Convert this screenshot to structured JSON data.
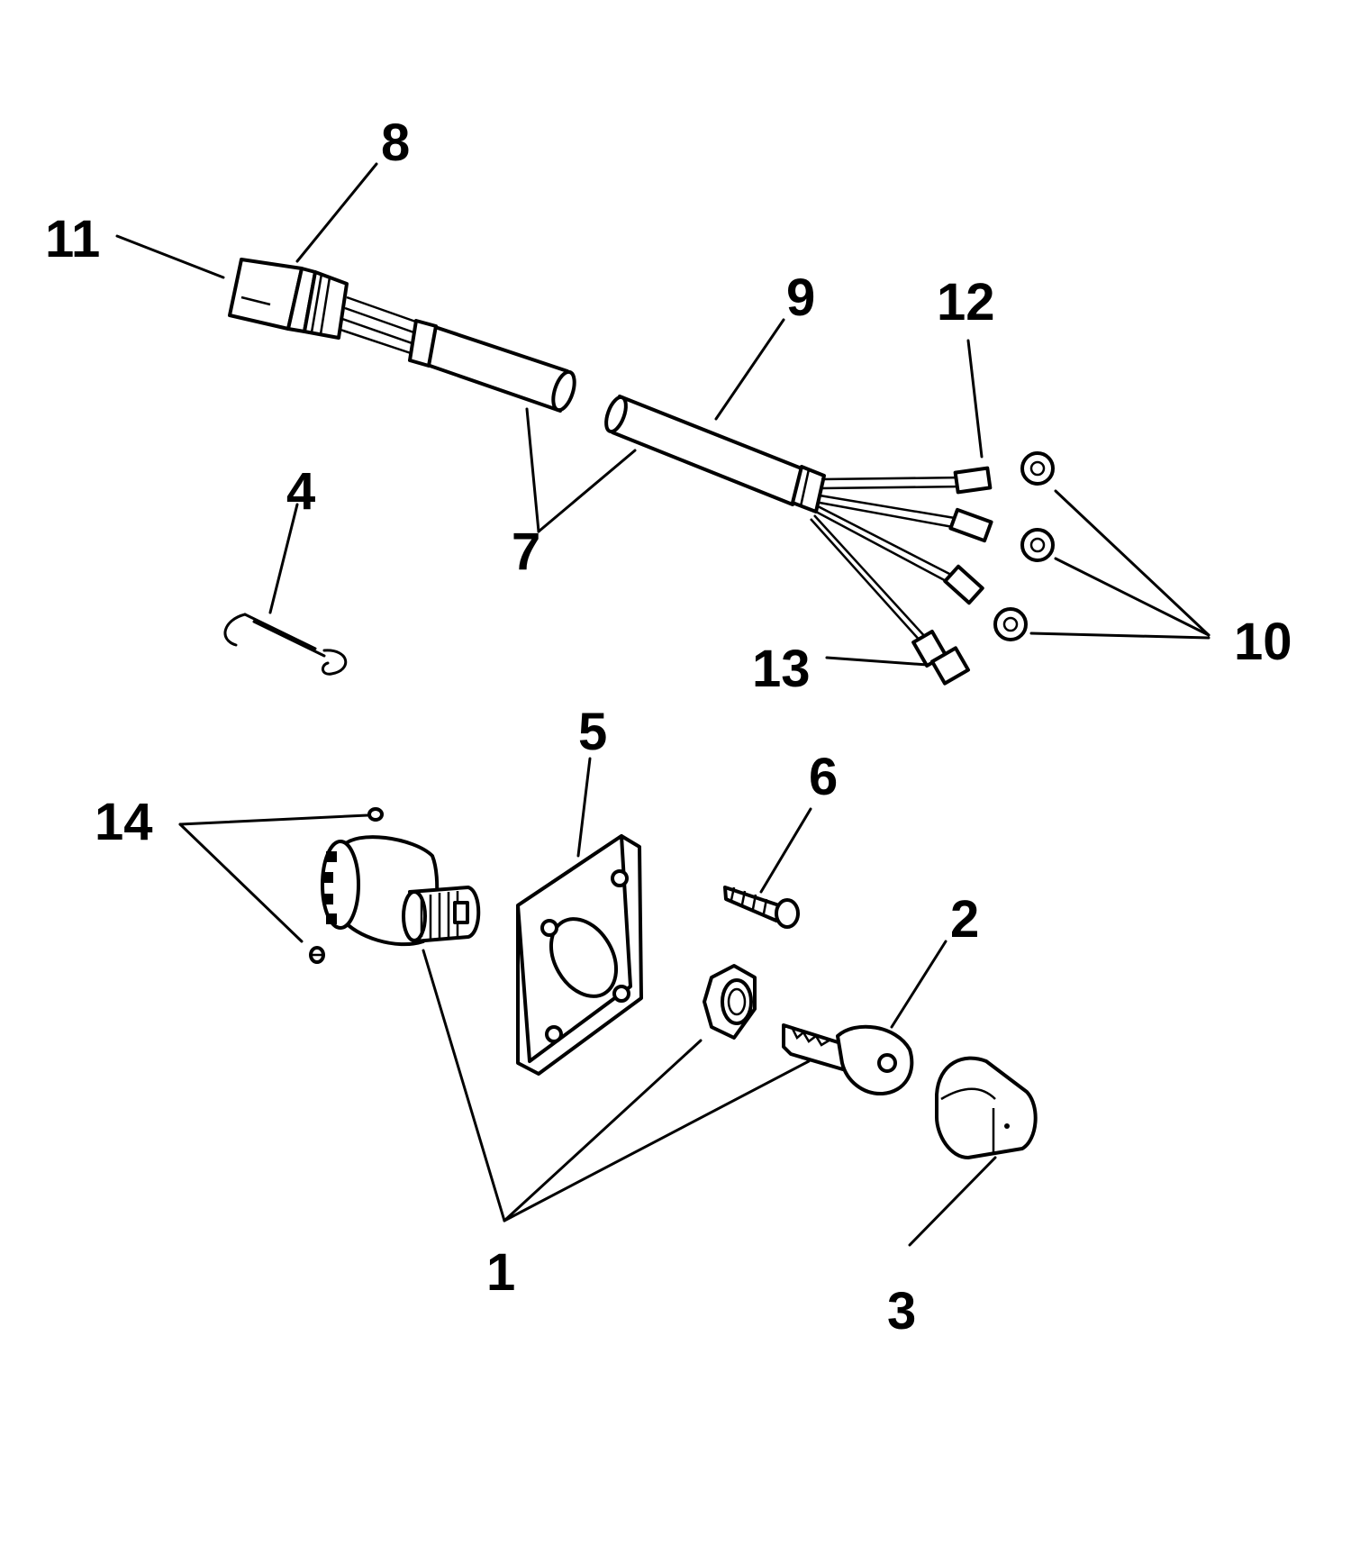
{
  "figure": {
    "type": "exploded-parts-diagram",
    "background_color": "#ffffff",
    "ink_color": "#000000"
  },
  "callouts": [
    {
      "id": "1",
      "label": "1",
      "part": "ignition switch assembly"
    },
    {
      "id": "2",
      "label": "2",
      "part": "key"
    },
    {
      "id": "3",
      "label": "3",
      "part": "boot / cover"
    },
    {
      "id": "4",
      "label": "4",
      "part": "retaining clip"
    },
    {
      "id": "5",
      "label": "5",
      "part": "mounting plate"
    },
    {
      "id": "6",
      "label": "6",
      "part": "screw"
    },
    {
      "id": "7",
      "label": "7",
      "part": "wiring harness"
    },
    {
      "id": "8",
      "label": "8",
      "part": "connector sleeve"
    },
    {
      "id": "9",
      "label": "9",
      "part": "harness jacket"
    },
    {
      "id": "10",
      "label": "10",
      "part": "ring terminals"
    },
    {
      "id": "11",
      "label": "11",
      "part": "plug connector"
    },
    {
      "id": "12",
      "label": "12",
      "part": "wire lead"
    },
    {
      "id": "13",
      "label": "13",
      "part": "spade terminal"
    },
    {
      "id": "14",
      "label": "14",
      "part": "terminal screws"
    }
  ]
}
